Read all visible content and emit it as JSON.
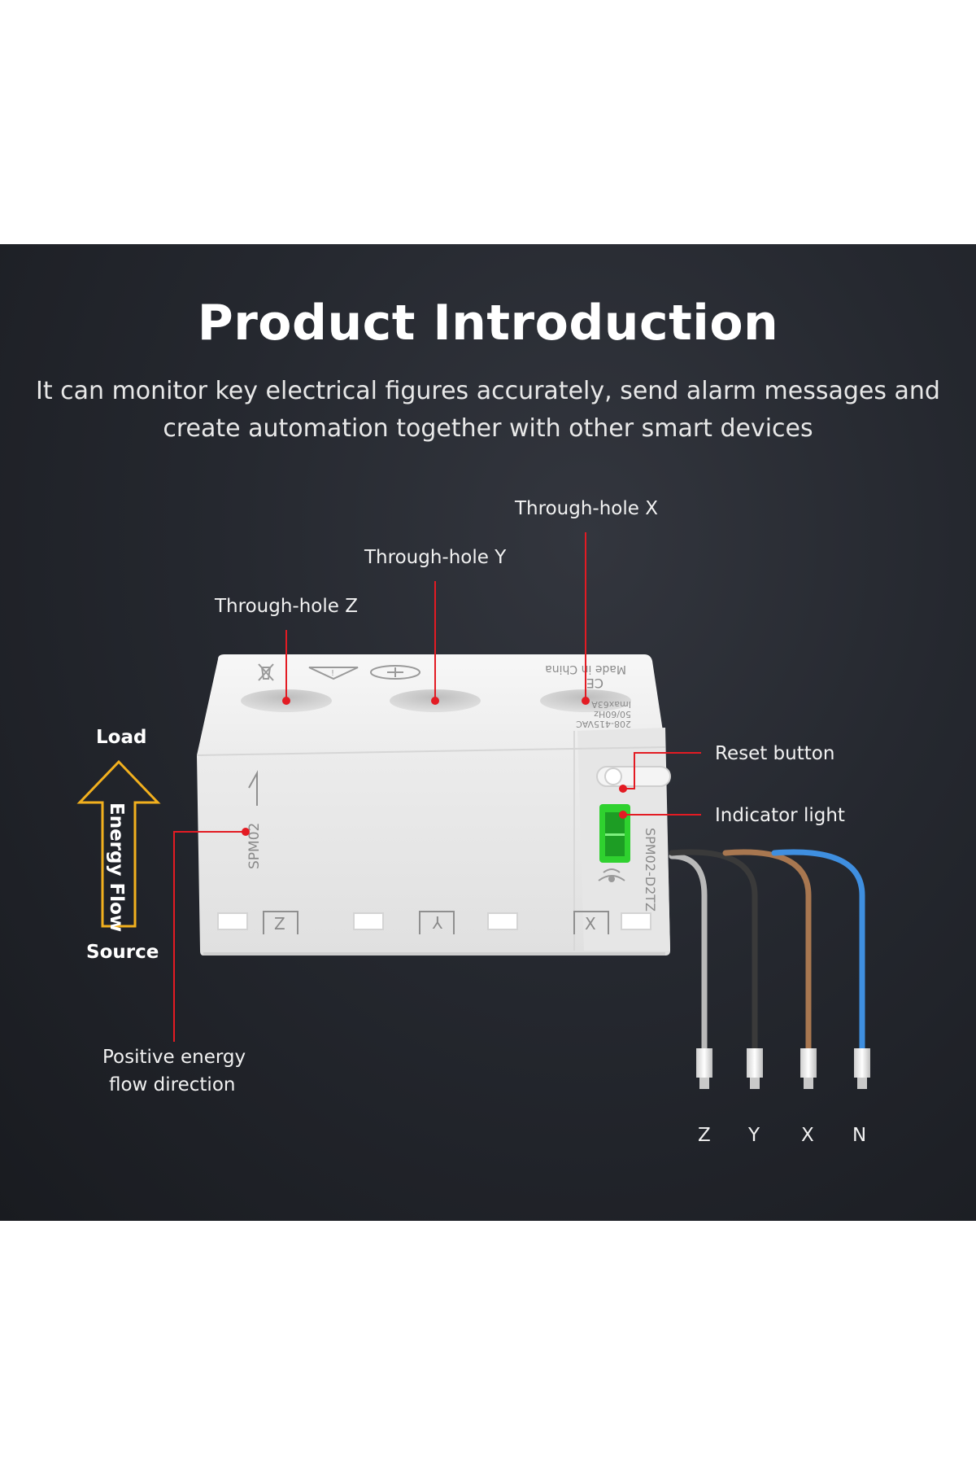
{
  "header": {
    "title": "Product Introduction",
    "subtitle": "It can monitor key electrical figures accurately, send alarm messages and create automation together with other smart devices"
  },
  "callouts": {
    "through_hole_x": "Through-hole X",
    "through_hole_y": "Through-hole Y",
    "through_hole_z": "Through-hole Z",
    "reset_button": "Reset button",
    "indicator_light": "Indicator light",
    "positive_flow_line1": "Positive energy",
    "positive_flow_line2": "flow direction"
  },
  "energy": {
    "load": "Load",
    "source": "Source",
    "arrow_text": "Energy Flow"
  },
  "device": {
    "model_front": "SPM02",
    "model_side": "SPM02-D2TZ",
    "made_in": "Made in China",
    "ce": "CE",
    "spec_line1": "208-415VAC",
    "spec_line2": "50/60Hz",
    "spec_line3": "Imax63A",
    "slot_z": "Z",
    "slot_y": "Y",
    "slot_x": "X"
  },
  "wires": {
    "z": "Z",
    "y": "Y",
    "x": "X",
    "n": "N"
  },
  "colors": {
    "accent_red": "#e31b23",
    "arrow_yellow": "#f2b01e",
    "indicator_green": "#2fd12f",
    "wire_grey": "#b9b9b9",
    "wire_black": "#3a3a3a",
    "wire_brown": "#a87750",
    "wire_blue": "#3f8fe0"
  }
}
